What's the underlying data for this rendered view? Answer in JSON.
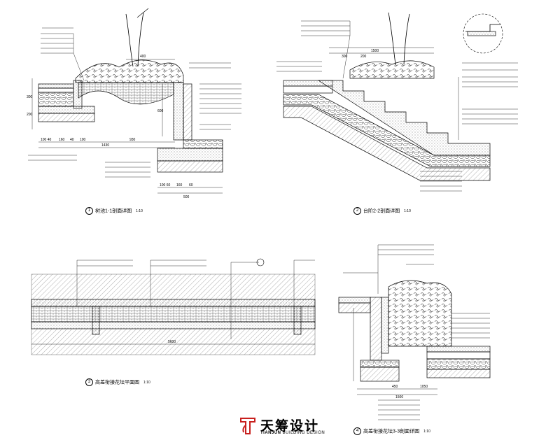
{
  "sections": [
    {
      "id": "1",
      "title": "树池1-1剖面详图",
      "scale": "1:10"
    },
    {
      "id": "2",
      "title": "台阶2-2剖面详图",
      "scale": "1:10"
    },
    {
      "id": "3",
      "title": "高差衔接花坛平面图",
      "scale": "1:10"
    },
    {
      "id": "4",
      "title": "高差衔接花坛3-3剖面详图",
      "scale": "1:10"
    }
  ],
  "dims": {
    "s1_bottom": [
      "100 40",
      "160",
      "40",
      "100",
      "930"
    ],
    "s1_total": "1430",
    "s1_right": [
      "100 60",
      "160",
      "60"
    ],
    "s1_right_total": "500",
    "s1_left_v": [
      "300",
      "200",
      "600",
      "400"
    ],
    "s2_top": [
      "1500",
      "300",
      "200"
    ],
    "s3_total": "5600",
    "s4_bottom": [
      "450",
      "1050"
    ],
    "s4_total": "1500"
  },
  "colors": {
    "ink": "#000000",
    "hatch": "#555555",
    "brand_red": "#c8201e"
  },
  "brand": {
    "cn": "天筹设计",
    "en_bold": "TIANJUN",
    "en_rest": " BUILDING DESIGN"
  }
}
